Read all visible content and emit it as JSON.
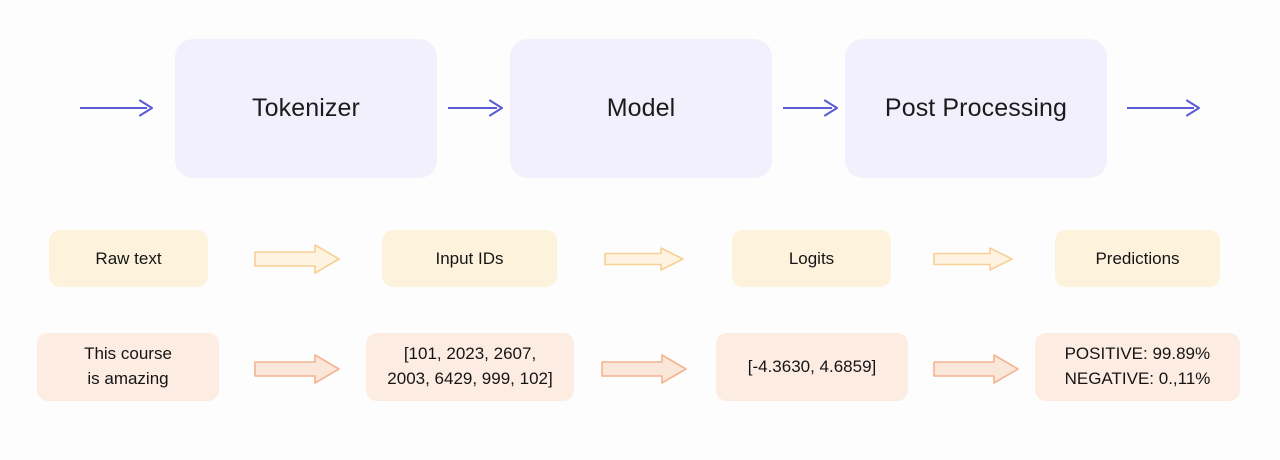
{
  "diagram": {
    "title": "Transformers NLP pipeline",
    "colors": {
      "background": "#fdfdfd",
      "stage_fill": "#f3f0fd",
      "line_arrow": "#5b5bd6",
      "name_fill": "#fdf2dc",
      "name_arrow_fill": "#fdf3e0",
      "name_arrow_stroke": "#f8cf94",
      "value_fill": "#fcece2",
      "value_arrow_fill": "#fbe7da",
      "value_arrow_stroke": "#f3b391",
      "text": "#151515"
    },
    "stages": [
      {
        "label": "Tokenizer"
      },
      {
        "label": "Model"
      },
      {
        "label": "Post Processing"
      }
    ],
    "data_names": [
      {
        "label": "Raw text"
      },
      {
        "label": "Input IDs"
      },
      {
        "label": "Logits"
      },
      {
        "label": "Predictions"
      }
    ],
    "data_values": [
      {
        "label": "This course\nis amazing"
      },
      {
        "label": "[101, 2023, 2607,\n2003, 6429, 999, 102]"
      },
      {
        "label": "[-4.3630, 4.6859]"
      },
      {
        "label": "POSITIVE: 99.89%\nNEGATIVE: 0.,11%"
      }
    ],
    "line_arrows": [
      {
        "name": "arrow-in-tokenizer"
      },
      {
        "name": "arrow-tokenizer-model"
      },
      {
        "name": "arrow-model-postprocessing"
      },
      {
        "name": "arrow-postprocessing-out"
      }
    ],
    "block_arrows_names": [
      {
        "name": "block-arrow-rawtext-inputids"
      },
      {
        "name": "block-arrow-inputids-logits"
      },
      {
        "name": "block-arrow-logits-predictions"
      }
    ],
    "block_arrows_values": [
      {
        "name": "block-arrow-text-ids"
      },
      {
        "name": "block-arrow-ids-logits"
      },
      {
        "name": "block-arrow-logits-preds"
      }
    ]
  }
}
